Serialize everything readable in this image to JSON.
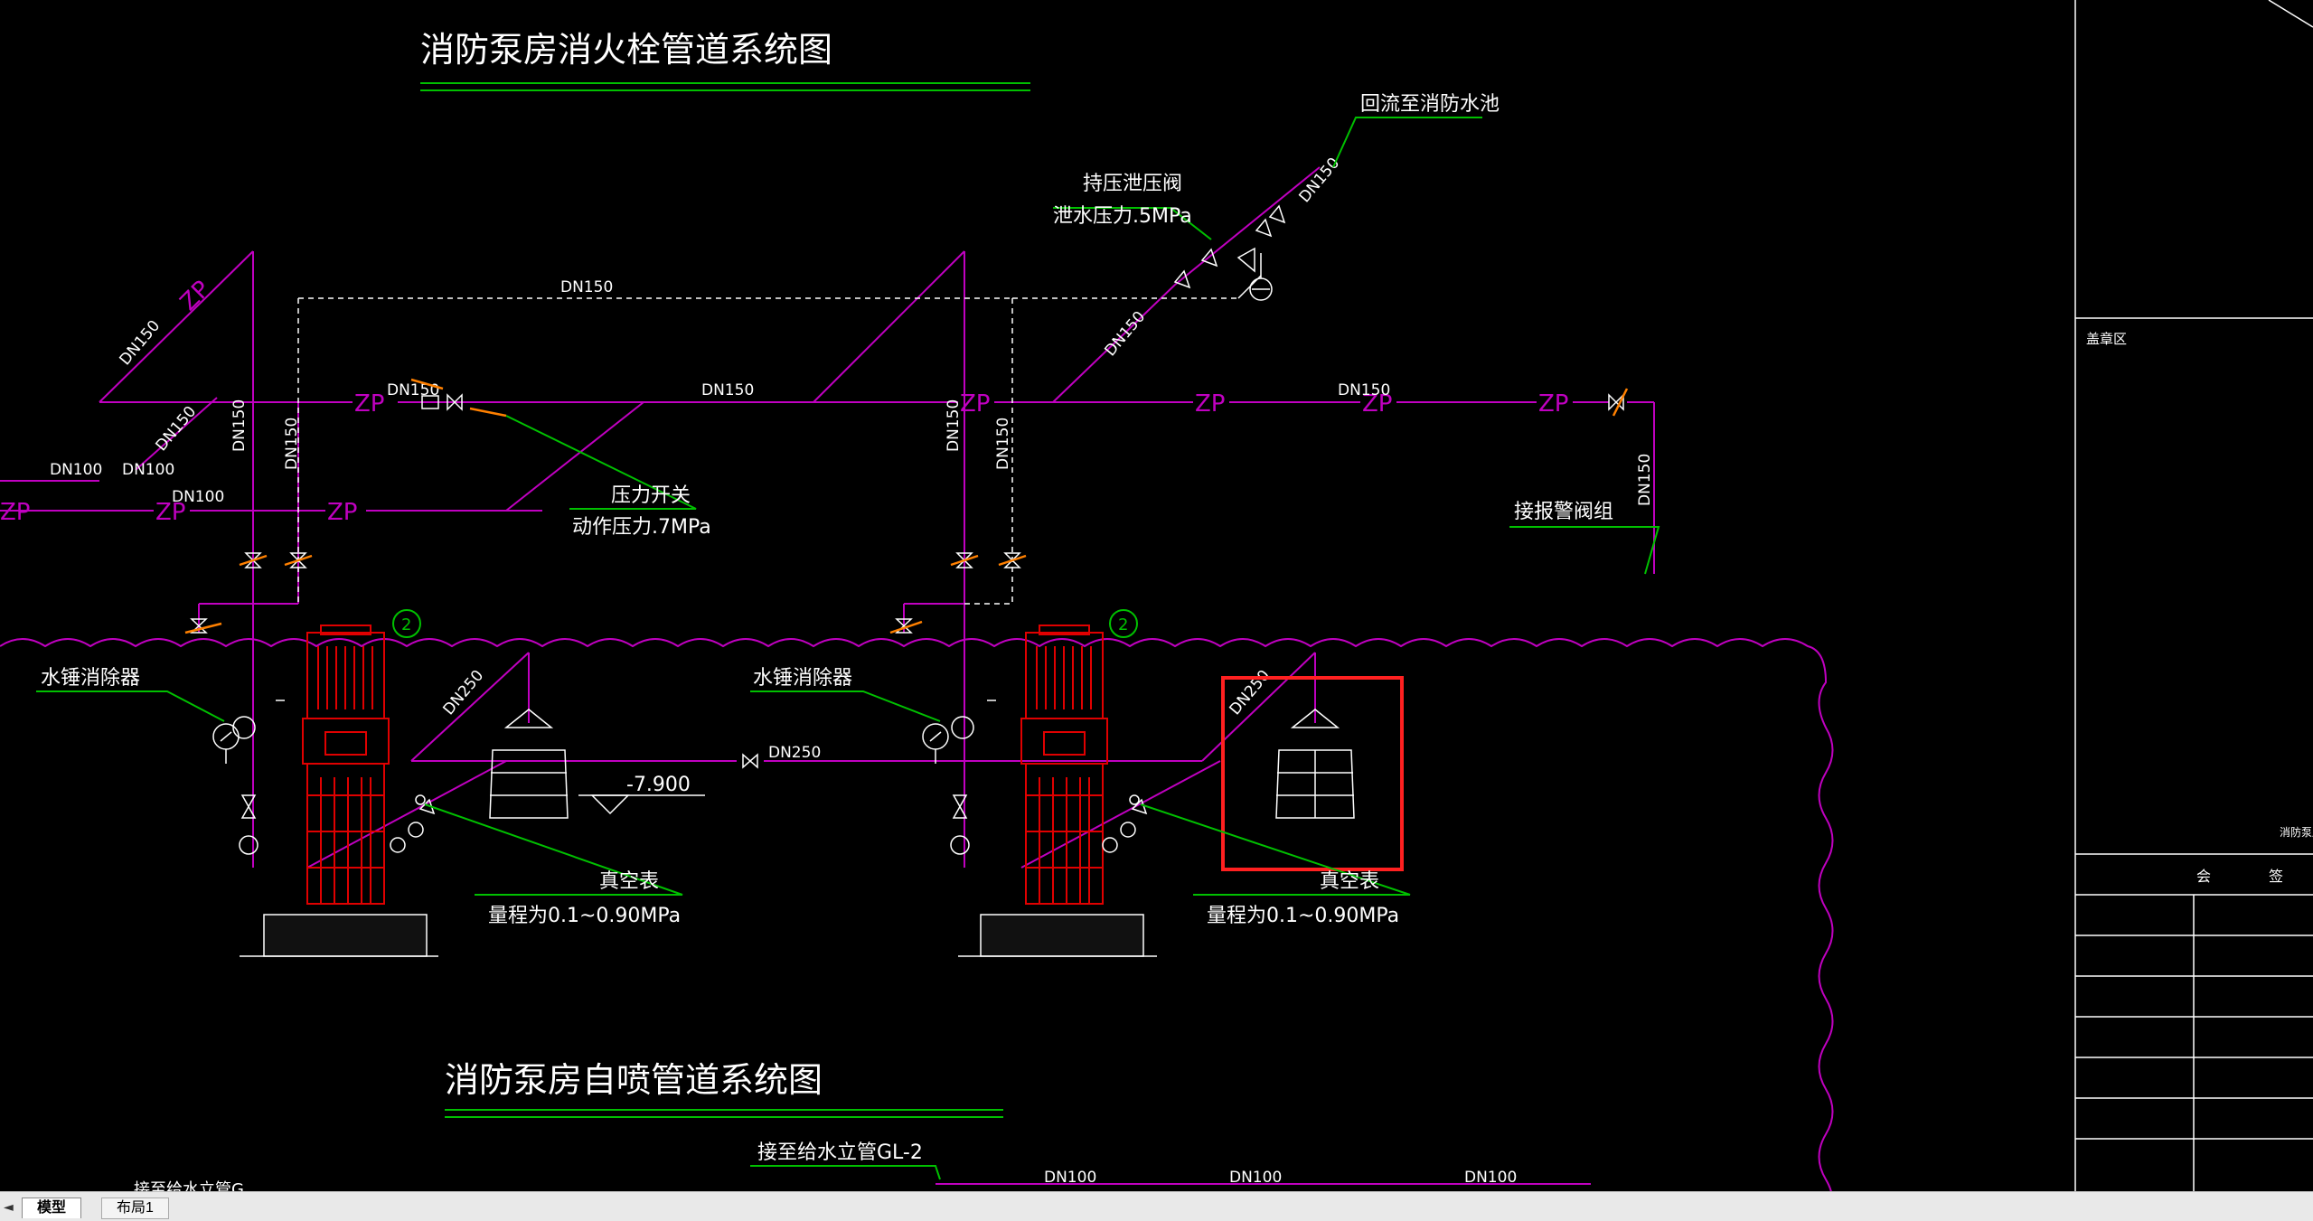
{
  "titles": {
    "hydrant_system": "消防泵房消火栓管道系统图",
    "sprinkler_system": "消防泵房自喷管道系统图"
  },
  "labels": {
    "return_to_pool": "回流至消防水池",
    "pressure_relief_valve": "持压泄压阀",
    "relief_pressure": "泄水压力.5MPa",
    "pressure_switch": "压力开关",
    "action_pressure": "动作压力.7MPa",
    "alarm_valve_group": "接报警阀组",
    "water_hammer_left": "水锤消除器",
    "water_hammer_right": "水锤消除器",
    "vacuum_gauge_left": "真空表",
    "vacuum_gauge_right": "真空表",
    "range_left": "量程为0.1~0.90MPa",
    "range_right": "量程为0.1~0.90MPa",
    "elevation": "-7.900",
    "connect_riser": "接至给水立管GL-2",
    "connect_riser_cut": "接至给水立管G...",
    "pump_no_left": "2",
    "pump_no_right": "2",
    "side_label": "盖章区",
    "side_label_small": "消防泵房",
    "side_col1": "会",
    "side_col2": "签"
  },
  "pipe_labels": {
    "dn150_top": "DN150",
    "dn150_a": "DN150",
    "dn150_b": "DN150",
    "dn150_c": "DN150",
    "dn150_d": "DN150",
    "dn150_e": "DN150",
    "dn150_f": "DN150",
    "dn150_g": "DN150",
    "dn150_h": "DN150",
    "dn150_i": "DN150",
    "dn150_j": "DN150",
    "dn150_k": "DN150",
    "dn100_a": "DN100",
    "dn100_b": "DN100",
    "dn100_c": "DN100",
    "dn100_d": "DN100",
    "dn100_e": "DN100",
    "dn100_f": "DN100",
    "dn250_a": "DN250",
    "dn250_b": "DN250",
    "dn250_c": "DN250",
    "zp": "ZP"
  },
  "tabs": {
    "model": "模型",
    "layout1": "布局1"
  },
  "colors": {
    "pipe": "#c000c0",
    "dash": "#ffffff",
    "text": "#ffffff",
    "leader": "#00c000",
    "pump": "#e00000",
    "highlight": "#ff2020",
    "valve_accent": "#ff8000",
    "frame": "#ffffff"
  }
}
